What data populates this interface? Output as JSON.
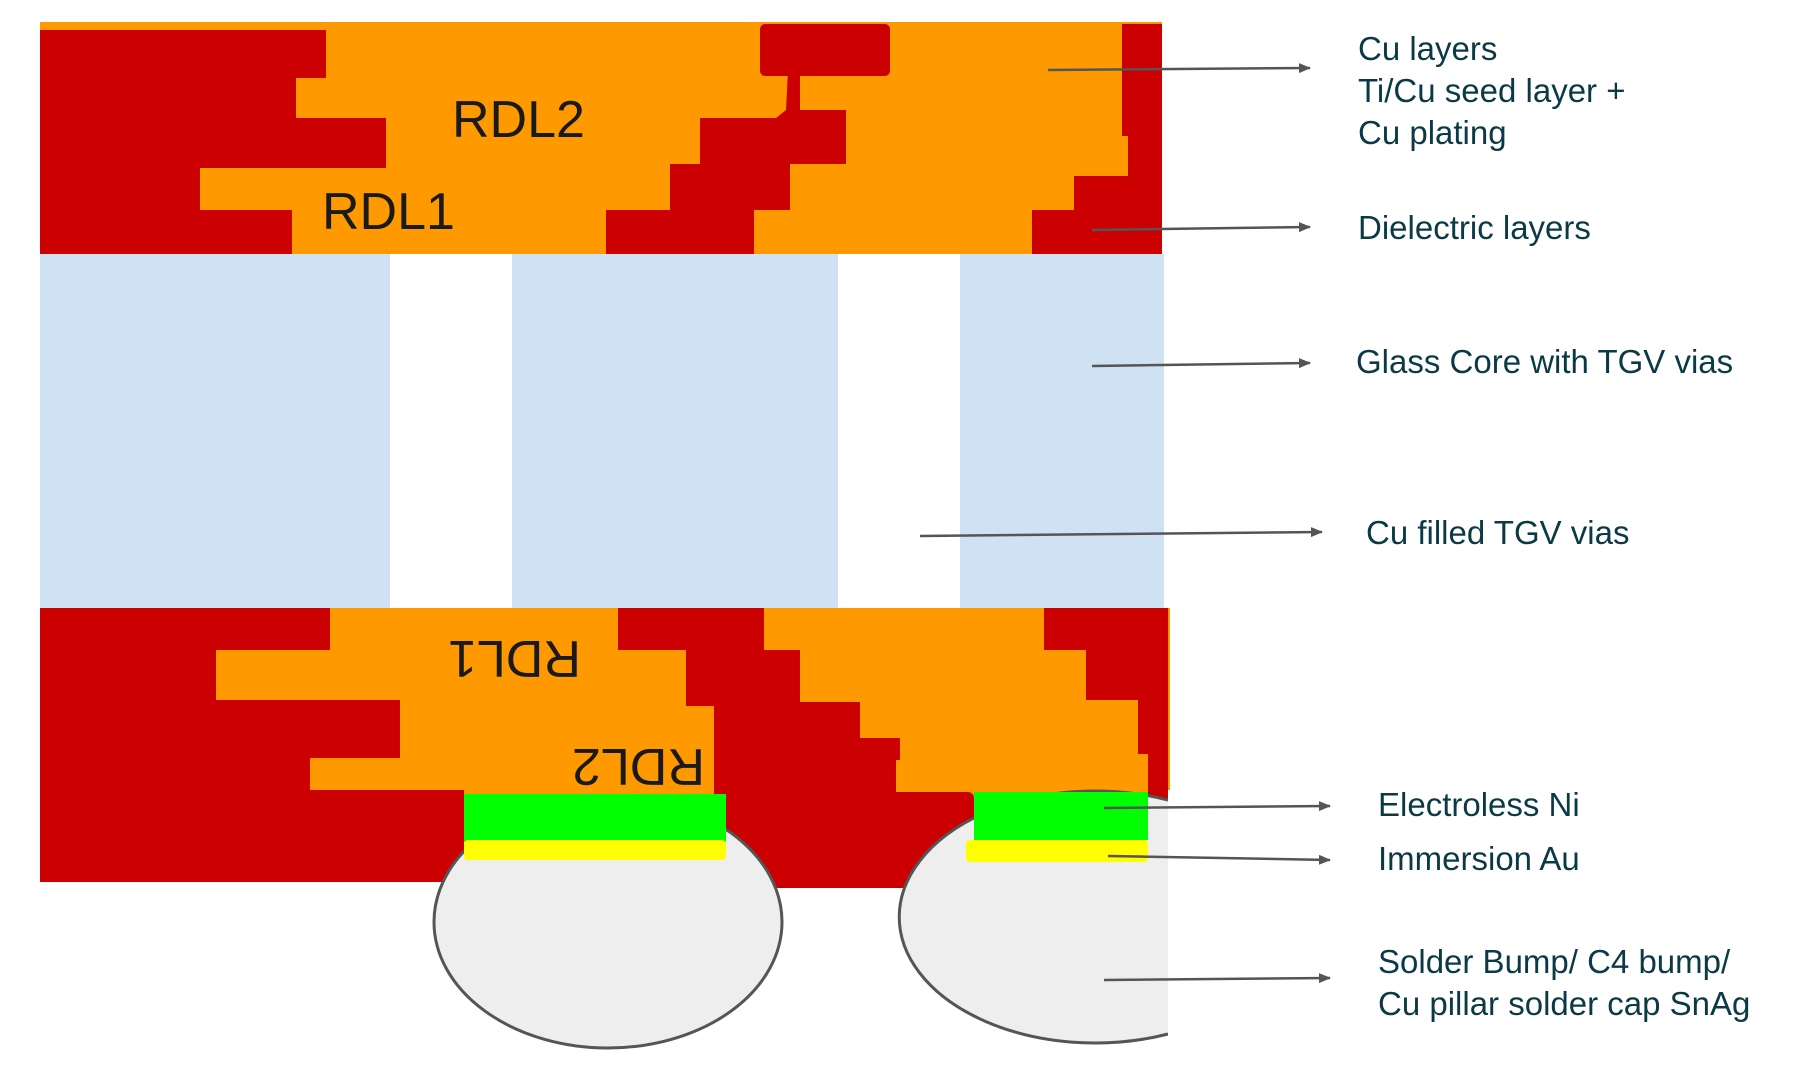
{
  "colors": {
    "copper": "#ff9900",
    "dielectric": "#cc0000",
    "glass": "#cfe2f3",
    "nickel": "#00ff00",
    "gold": "#ffff00",
    "solder": "#eeeeee",
    "outline": "#555555",
    "text": "#0b3a46"
  },
  "inner_labels": {
    "top_rdl2": "RDL2",
    "top_rdl1": "RDL1",
    "bottom_rdl1": "RDL1",
    "bottom_rdl2": "RDL2"
  },
  "callouts": [
    {
      "id": "cu-layers",
      "lines": [
        "Cu layers",
        "Ti/Cu seed layer +",
        "Cu plating"
      ]
    },
    {
      "id": "dielectric-layers",
      "lines": [
        "Dielectric layers"
      ]
    },
    {
      "id": "glass-core",
      "lines": [
        "Glass Core with TGV vias"
      ]
    },
    {
      "id": "cu-filled-tgv",
      "lines": [
        "Cu filled TGV vias"
      ]
    },
    {
      "id": "electroless-ni",
      "lines": [
        "Electroless Ni"
      ]
    },
    {
      "id": "immersion-au",
      "lines": [
        "Immersion Au"
      ]
    },
    {
      "id": "solder-bump",
      "lines": [
        "Solder Bump/ C4 bump/",
        "Cu pillar solder cap SnAg"
      ]
    }
  ]
}
